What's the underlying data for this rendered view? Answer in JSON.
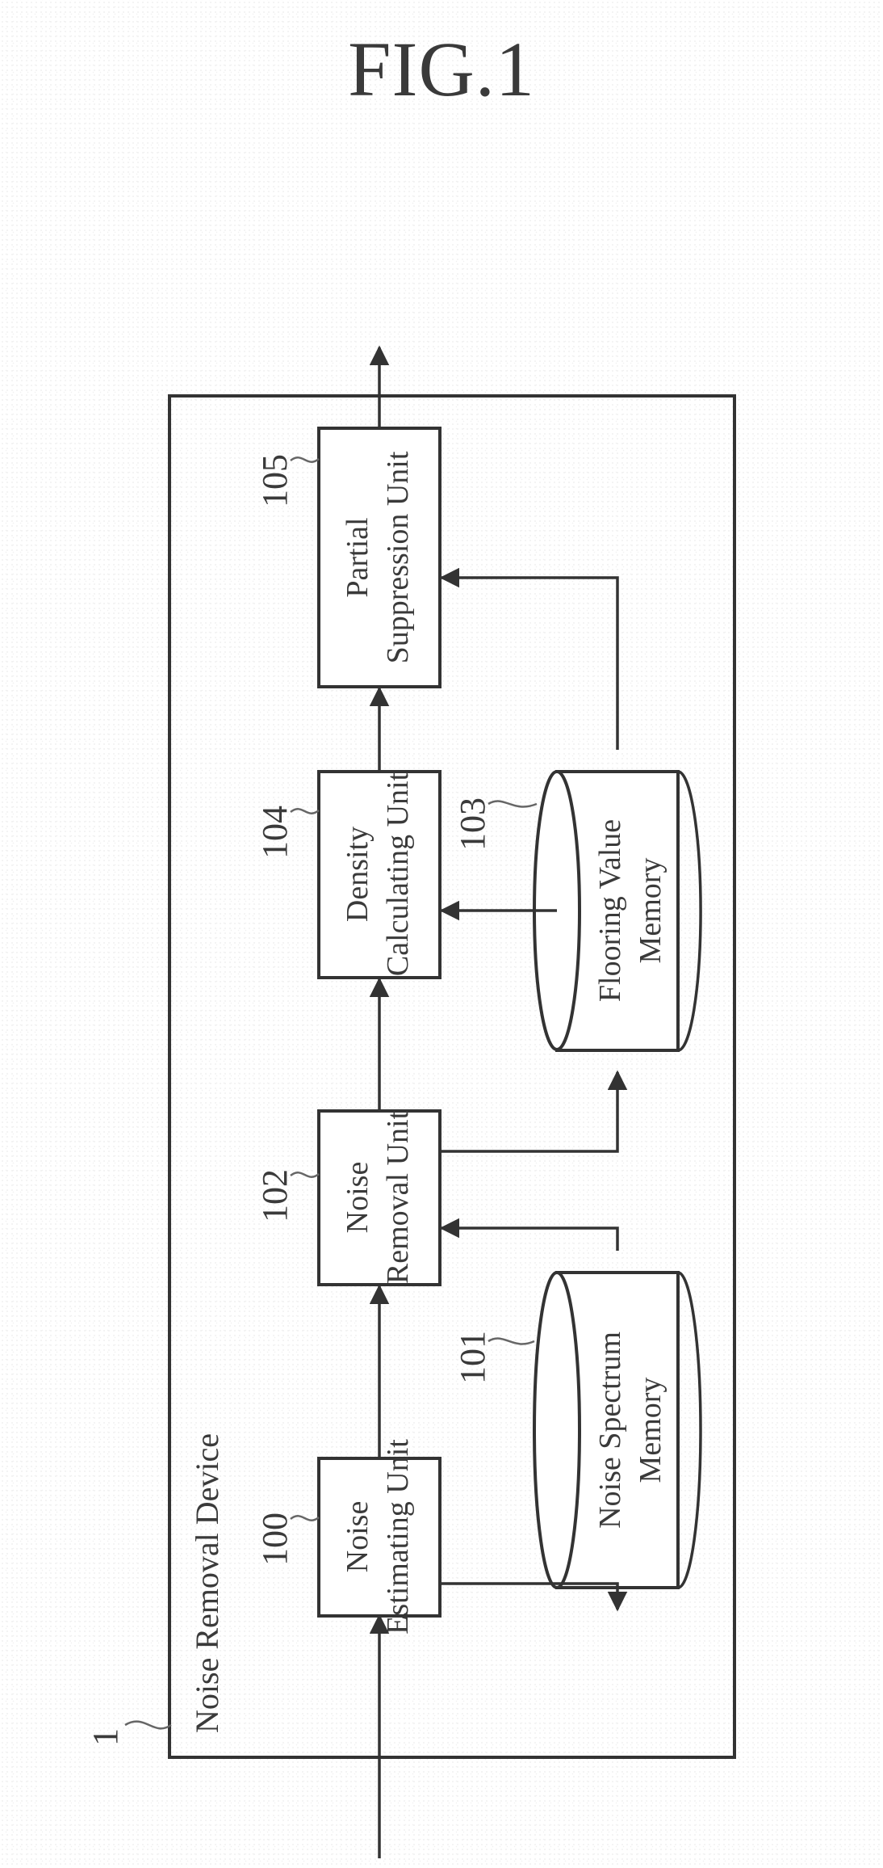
{
  "figure": {
    "title": "FIG.1"
  },
  "device": {
    "label": "Noise Removal Device",
    "ref": "1"
  },
  "units": {
    "noise_estimating": {
      "ref": "100",
      "line1": "Noise",
      "line2": "Estimating Unit"
    },
    "noise_spectrum_memory": {
      "ref": "101",
      "line1": "Noise Spectrum",
      "line2": "Memory"
    },
    "noise_removal": {
      "ref": "102",
      "line1": "Noise",
      "line2": "Removal Unit"
    },
    "flooring_value_memory": {
      "ref": "103",
      "line1": "Flooring Value",
      "line2": "Memory"
    },
    "density_calculating": {
      "ref": "104",
      "line1": "Density",
      "line2": "Calculating Unit"
    },
    "partial_suppression": {
      "ref": "105",
      "line1": "Partial",
      "line2": "Suppression Unit"
    }
  }
}
